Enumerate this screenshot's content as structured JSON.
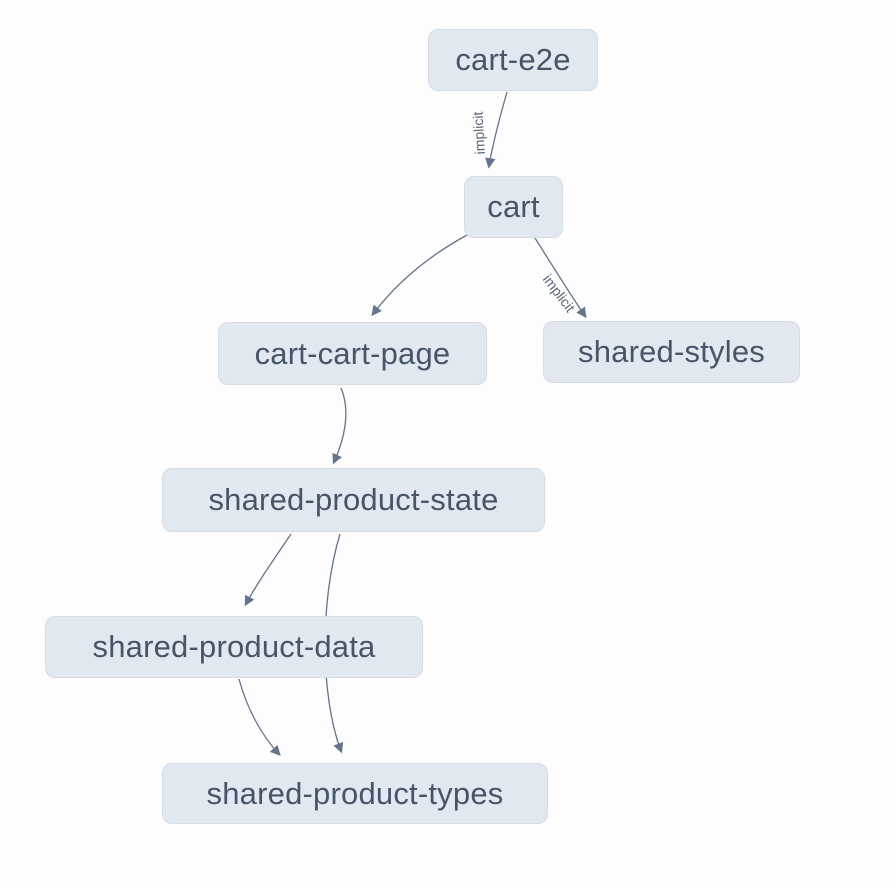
{
  "diagram": {
    "type": "project-dependency-graph",
    "background_color": "#fdfdfd",
    "node_style": {
      "fill": "#e2e8f0",
      "border": "#d5dce6",
      "text_color": "#475569"
    },
    "edge_style": {
      "stroke": "#64748b",
      "label_color": "#5b6779"
    },
    "nodes": [
      {
        "id": "cart-e2e",
        "label": "cart-e2e"
      },
      {
        "id": "cart",
        "label": "cart"
      },
      {
        "id": "cart-cart-page",
        "label": "cart-cart-page"
      },
      {
        "id": "shared-styles",
        "label": "shared-styles"
      },
      {
        "id": "shared-product-state",
        "label": "shared-product-state"
      },
      {
        "id": "shared-product-data",
        "label": "shared-product-data"
      },
      {
        "id": "shared-product-types",
        "label": "shared-product-types"
      }
    ],
    "edges": [
      {
        "from": "cart-e2e",
        "to": "cart",
        "label": "implicit"
      },
      {
        "from": "cart",
        "to": "cart-cart-page",
        "label": ""
      },
      {
        "from": "cart",
        "to": "shared-styles",
        "label": "implicit"
      },
      {
        "from": "cart-cart-page",
        "to": "shared-product-state",
        "label": ""
      },
      {
        "from": "shared-product-state",
        "to": "shared-product-data",
        "label": ""
      },
      {
        "from": "shared-product-state",
        "to": "shared-product-types",
        "label": ""
      },
      {
        "from": "shared-product-data",
        "to": "shared-product-types",
        "label": ""
      }
    ]
  }
}
